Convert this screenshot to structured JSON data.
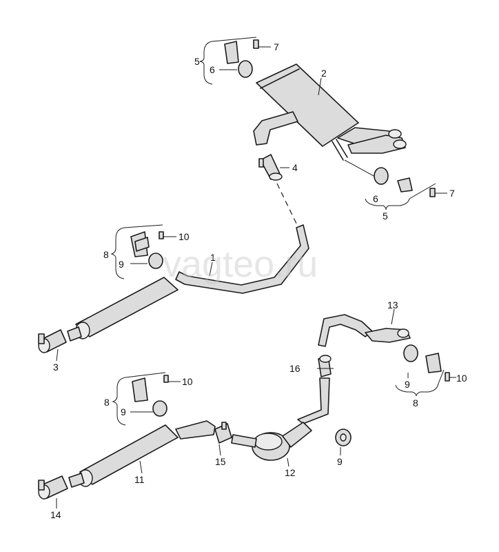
{
  "diagram": {
    "watermark": "vagteo.ru",
    "callouts": {
      "c1": "1",
      "c2": "2",
      "c3": "3",
      "c4": "4",
      "c5a": "5",
      "c5b": "5",
      "c6a": "6",
      "c6b": "6",
      "c7a": "7",
      "c7b": "7",
      "c8a": "8",
      "c8b": "8",
      "c8c": "8",
      "c9a": "9",
      "c9b": "9",
      "c9c": "9",
      "c9d": "9",
      "c10a": "10",
      "c10b": "10",
      "c10c": "10",
      "c11": "11",
      "c12": "12",
      "c13": "13",
      "c14": "14",
      "c15": "15",
      "c16": "16"
    }
  }
}
